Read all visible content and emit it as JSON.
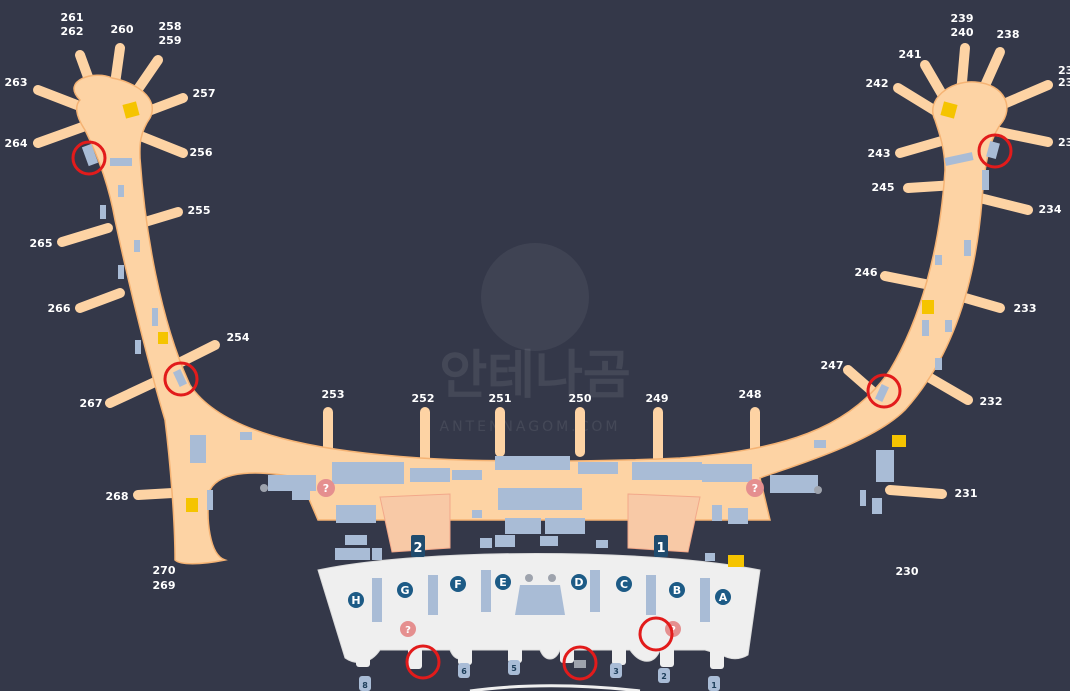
{
  "colors": {
    "background": "#343849",
    "terminal_fill": "#fdd3a4",
    "terminal_stroke": "#f5b374",
    "landside_fill": "#efefef",
    "shop_blue": "#a9bcd6",
    "restroom_yellow": "#f5c400",
    "counter_badge": "#1d5b86",
    "info_badge": "#e58f8f",
    "highlight_circle": "#e21b1b",
    "gate_label": "#ffffff"
  },
  "gates": {
    "g261_262": "261\n262",
    "g261": "261",
    "g262": "262",
    "g260": "260",
    "g258": "258",
    "g259": "259",
    "g263": "263",
    "g257": "257",
    "g264": "264",
    "g256": "256",
    "g255": "255",
    "g265": "265",
    "g266": "266",
    "g254": "254",
    "g267": "267",
    "g253": "253",
    "g252": "252",
    "g251": "251",
    "g250": "250",
    "g249": "249",
    "g248": "248",
    "g268": "268",
    "g270": "270",
    "g269": "269",
    "g239": "239",
    "g240": "240",
    "g238": "238",
    "g241": "241",
    "g242": "242",
    "g237": "23",
    "g236": "23",
    "g243": "243",
    "g235": "23",
    "g245": "245",
    "g234": "234",
    "g246": "246",
    "g233": "233",
    "g247": "247",
    "g232": "232",
    "g231": "231",
    "g230": "230"
  },
  "counters": [
    "H",
    "G",
    "F",
    "E",
    "D",
    "C",
    "B",
    "A"
  ],
  "floor_badges": {
    "left": "2",
    "right": "1"
  },
  "bus_stops": [
    "8",
    "6",
    "5",
    "3",
    "2",
    "1"
  ],
  "info_icon": "?",
  "watermark": {
    "main": "안테나곰",
    "sub": "ANTENNAGOM.COM"
  }
}
